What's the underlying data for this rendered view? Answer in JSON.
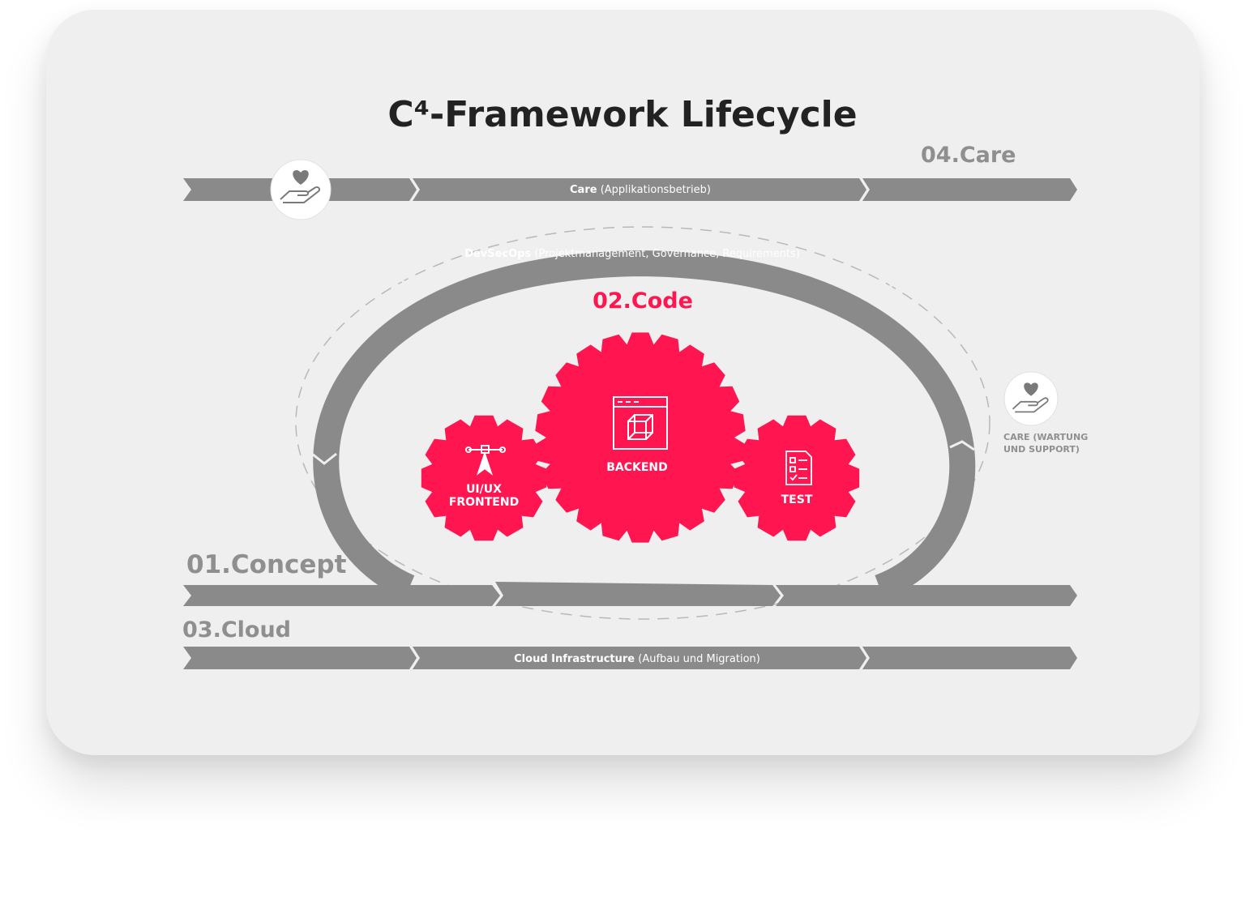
{
  "title": "C⁴-Framework Lifecycle",
  "colors": {
    "accent": "#ff1650",
    "band": "#8a8a8a",
    "card": "#efefef",
    "label_gray": "#8f8f8f"
  },
  "phases": {
    "concept": "01.Concept",
    "code": "02.Code",
    "cloud": "03.Cloud",
    "care": "04.Care"
  },
  "bands": {
    "care": {
      "strong": "Care",
      "rest": " (Applikationsbetrieb)"
    },
    "devsecops": {
      "strong": "DevSecOps",
      "rest": " (Projektmanagement, Governance, Requirements)"
    },
    "cloud": {
      "strong": "Cloud Infrastructure",
      "rest": " (Aufbau und Migration)"
    }
  },
  "gears": {
    "frontend": {
      "line1": "UI/UX",
      "line2": "FRONTEND",
      "icon": "vector-pen-icon"
    },
    "backend": {
      "label": "BACKEND",
      "icon": "cube-window-icon"
    },
    "test": {
      "label": "TEST",
      "icon": "checklist-icon"
    }
  },
  "care_badge": {
    "line1": "CARE (WARTUNG",
    "line2": "UND SUPPORT)",
    "icon": "heart-hand-icon"
  }
}
